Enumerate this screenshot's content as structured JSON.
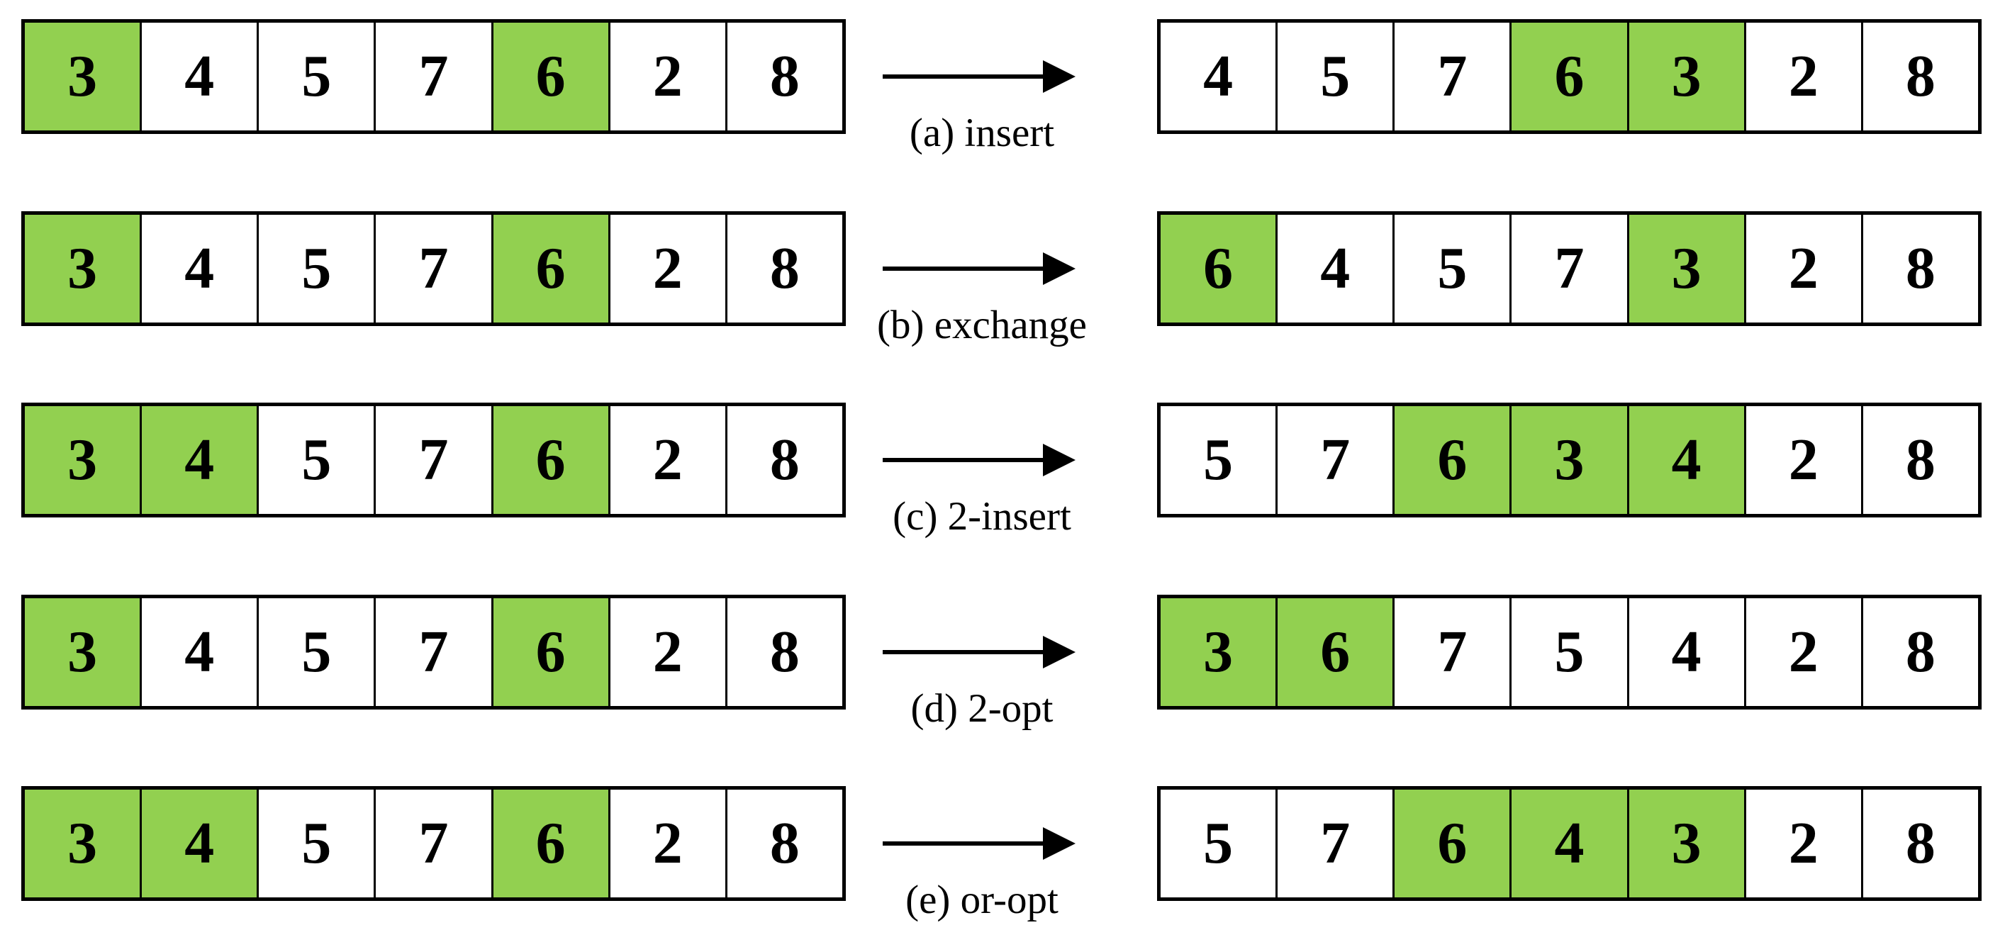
{
  "figure": {
    "title_semantic": "neighborhood-operators-diagram",
    "colors": {
      "highlight": "#92d050",
      "border": "#000000",
      "background": "#ffffff",
      "text": "#000000"
    },
    "rows": [
      {
        "label": "(a) insert",
        "before": {
          "values": [
            "3",
            "4",
            "5",
            "7",
            "6",
            "2",
            "8"
          ],
          "highlighted": [
            0,
            4
          ]
        },
        "after": {
          "values": [
            "4",
            "5",
            "7",
            "6",
            "3",
            "2",
            "8"
          ],
          "highlighted": [
            3,
            4
          ]
        }
      },
      {
        "label": "(b) exchange",
        "before": {
          "values": [
            "3",
            "4",
            "5",
            "7",
            "6",
            "2",
            "8"
          ],
          "highlighted": [
            0,
            4
          ]
        },
        "after": {
          "values": [
            "6",
            "4",
            "5",
            "7",
            "3",
            "2",
            "8"
          ],
          "highlighted": [
            0,
            4
          ]
        }
      },
      {
        "label": "(c) 2-insert",
        "before": {
          "values": [
            "3",
            "4",
            "5",
            "7",
            "6",
            "2",
            "8"
          ],
          "highlighted": [
            0,
            1,
            4
          ]
        },
        "after": {
          "values": [
            "5",
            "7",
            "6",
            "3",
            "4",
            "2",
            "8"
          ],
          "highlighted": [
            2,
            3,
            4
          ]
        }
      },
      {
        "label": "(d) 2-opt",
        "before": {
          "values": [
            "3",
            "4",
            "5",
            "7",
            "6",
            "2",
            "8"
          ],
          "highlighted": [
            0,
            4
          ]
        },
        "after": {
          "values": [
            "3",
            "6",
            "7",
            "5",
            "4",
            "2",
            "8"
          ],
          "highlighted": [
            0,
            1
          ]
        }
      },
      {
        "label": "(e) or-opt",
        "before": {
          "values": [
            "3",
            "4",
            "5",
            "7",
            "6",
            "2",
            "8"
          ],
          "highlighted": [
            0,
            1,
            4
          ]
        },
        "after": {
          "values": [
            "5",
            "7",
            "6",
            "4",
            "3",
            "2",
            "8"
          ],
          "highlighted": [
            2,
            3,
            4
          ]
        }
      }
    ]
  }
}
